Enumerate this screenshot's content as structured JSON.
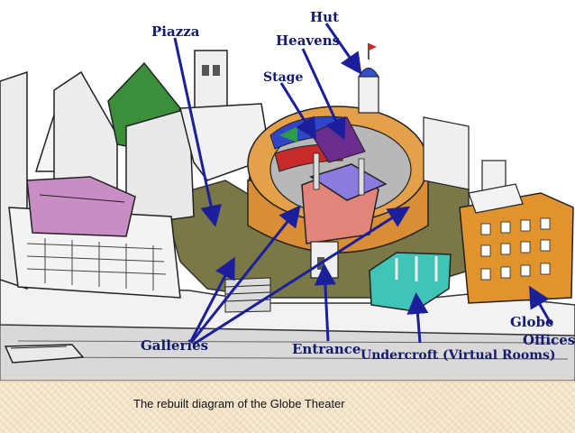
{
  "labels": {
    "hut": "Hut",
    "heavens": "Heavens",
    "piazza": "Piazza",
    "stage": "Stage",
    "galleries": "Galleries",
    "entrance": "Entrance",
    "undercroft": "Undercroft (Virtual Rooms)",
    "globe": "Globe",
    "offices": "Offices"
  },
  "caption": "The rebuilt diagram of the Globe Theater",
  "colors": {
    "label_text": "#141a6e",
    "arrow": "#1b1f9c",
    "caption_bar": "#f4e2c6"
  }
}
